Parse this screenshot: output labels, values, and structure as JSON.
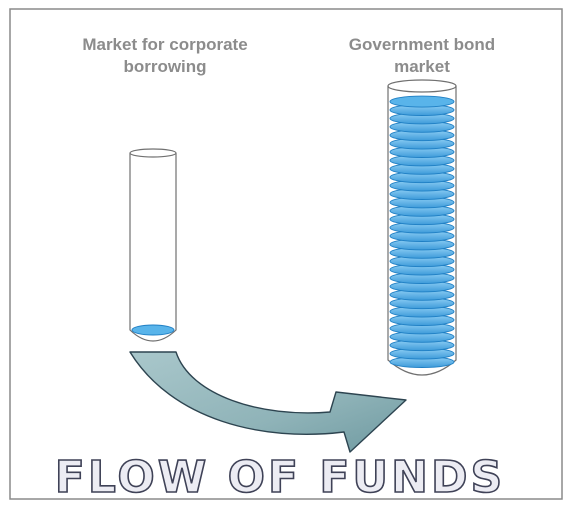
{
  "labels": {
    "left_line1": "Market for corporate",
    "left_line2": "borrowing",
    "right_line1": "Government bond",
    "right_line2": "market"
  },
  "title": "FLOW OF FUNDS",
  "cylinders": [
    {
      "name": "Market for corporate borrowing",
      "fill_level": 0.05,
      "disc_count": 1
    },
    {
      "name": "Government bond market",
      "fill_level": 0.95,
      "disc_count": 32
    }
  ],
  "colors": {
    "liquid": "#59b4ea",
    "liquid_dark": "#1f7fc4",
    "arrow": "#8fb3b8",
    "arrow_stroke": "#2d4450",
    "frame": "#8a8a8a",
    "title_fill": "#ececf3",
    "title_stroke": "#3f4257"
  },
  "arrow": {
    "from": "Market for corporate borrowing",
    "to": "Government bond market"
  }
}
